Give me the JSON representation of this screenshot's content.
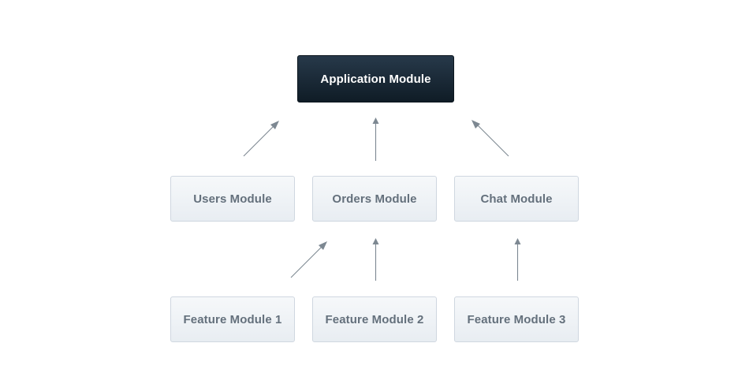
{
  "diagram": {
    "root": {
      "label": "Application Module"
    },
    "modules": [
      {
        "label": "Users Module"
      },
      {
        "label": "Orders Module"
      },
      {
        "label": "Chat Module"
      }
    ],
    "features": [
      {
        "label": "Feature Module 1"
      },
      {
        "label": "Feature Module 2"
      },
      {
        "label": "Feature Module 3"
      }
    ],
    "edges": [
      {
        "from": "Users Module",
        "to": "Application Module"
      },
      {
        "from": "Orders Module",
        "to": "Application Module"
      },
      {
        "from": "Chat Module",
        "to": "Application Module"
      },
      {
        "from": "Feature Module 1",
        "to": "Orders Module"
      },
      {
        "from": "Feature Module 2",
        "to": "Orders Module"
      },
      {
        "from": "Feature Module 3",
        "to": "Chat Module"
      }
    ],
    "colors": {
      "root_fill": "#1a2a38",
      "module_fill": "#eef2f6",
      "module_text": "#64707c",
      "arrow": "#7d8892"
    }
  }
}
